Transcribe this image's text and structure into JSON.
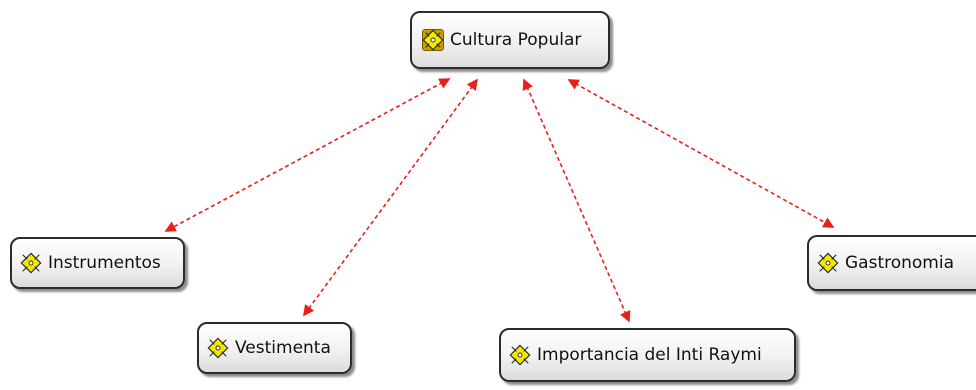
{
  "diagram": {
    "central": {
      "label": "Cultura Popular",
      "icon": "concept-map-node-icon"
    },
    "nodes": [
      {
        "id": "instrumentos",
        "label": "Instrumentos",
        "icon": "concept-map-node-icon"
      },
      {
        "id": "vestimenta",
        "label": "Vestimenta",
        "icon": "concept-map-node-icon"
      },
      {
        "id": "importancia",
        "label": "Importancia del Inti Raymi",
        "icon": "concept-map-node-icon"
      },
      {
        "id": "gastronomia",
        "label": "Gastronomia",
        "icon": "concept-map-node-icon"
      }
    ],
    "links": [
      {
        "from": "Cultura Popular",
        "to": "Instrumentos",
        "style": "dashed",
        "arrows": "both"
      },
      {
        "from": "Cultura Popular",
        "to": "Vestimenta",
        "style": "dashed",
        "arrows": "both"
      },
      {
        "from": "Cultura Popular",
        "to": "Importancia del Inti Raymi",
        "style": "dashed",
        "arrows": "both"
      },
      {
        "from": "Cultura Popular",
        "to": "Gastronomia",
        "style": "dashed",
        "arrows": "both"
      }
    ],
    "colors": {
      "link": "#e8201c",
      "node_border": "#2b2b2b",
      "icon_fill": "#f5e800",
      "icon_stroke": "#2a2a2a",
      "central_icon_bg": "#c9a000"
    }
  }
}
